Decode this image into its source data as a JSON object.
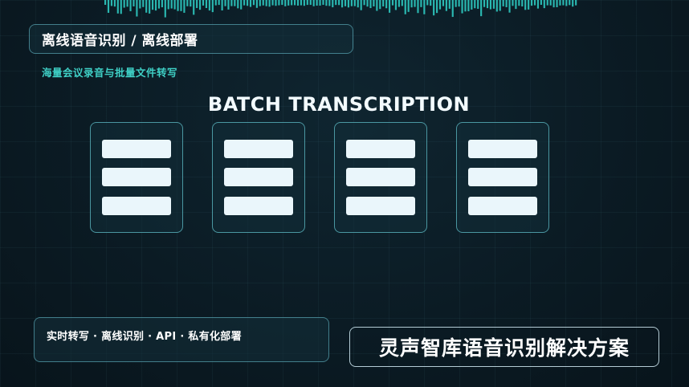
{
  "header": {
    "title": "离线语音识别 / 离线部署",
    "subtitle": "海量会议录音与批量文件转写"
  },
  "main": {
    "heading": "BATCH TRANSCRIPTION",
    "server_count": 4,
    "slots_per_server": 3
  },
  "footer": {
    "features": "实时转写 · 离线识别 · API · 私有化部署",
    "brand": "灵声智库语音识别解决方案"
  },
  "colors": {
    "background": "#0b1b24",
    "accent_teal": "#3fd0c6",
    "border": "#64c8d2",
    "slot_fill": "#eaf6fb"
  },
  "icons": [
    "audio-waveform-icon",
    "server-rack-icon"
  ]
}
